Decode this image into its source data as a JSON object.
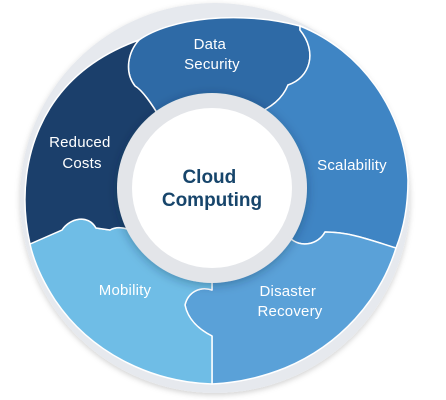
{
  "center": {
    "line1": "Cloud",
    "line2": "Computing"
  },
  "segments": [
    {
      "id": "data-security",
      "lines": [
        "Data",
        "Security"
      ],
      "color": "#2e6aa6"
    },
    {
      "id": "scalability",
      "lines": [
        "Scalability"
      ],
      "color": "#3f85c4"
    },
    {
      "id": "disaster-recovery",
      "lines": [
        "Disaster",
        "Recovery"
      ],
      "color": "#5aa1d8"
    },
    {
      "id": "mobility",
      "lines": [
        "Mobility"
      ],
      "color": "#6fbde6"
    },
    {
      "id": "reduced-costs",
      "lines": [
        "Reduced",
        "Costs"
      ],
      "color": "#1b3f6b"
    }
  ],
  "colors": {
    "ring_outline": "#e6e9ee",
    "hub_fill": "#ffffff",
    "hub_ring": "#e3e5e9",
    "center_text": "#17456b"
  }
}
